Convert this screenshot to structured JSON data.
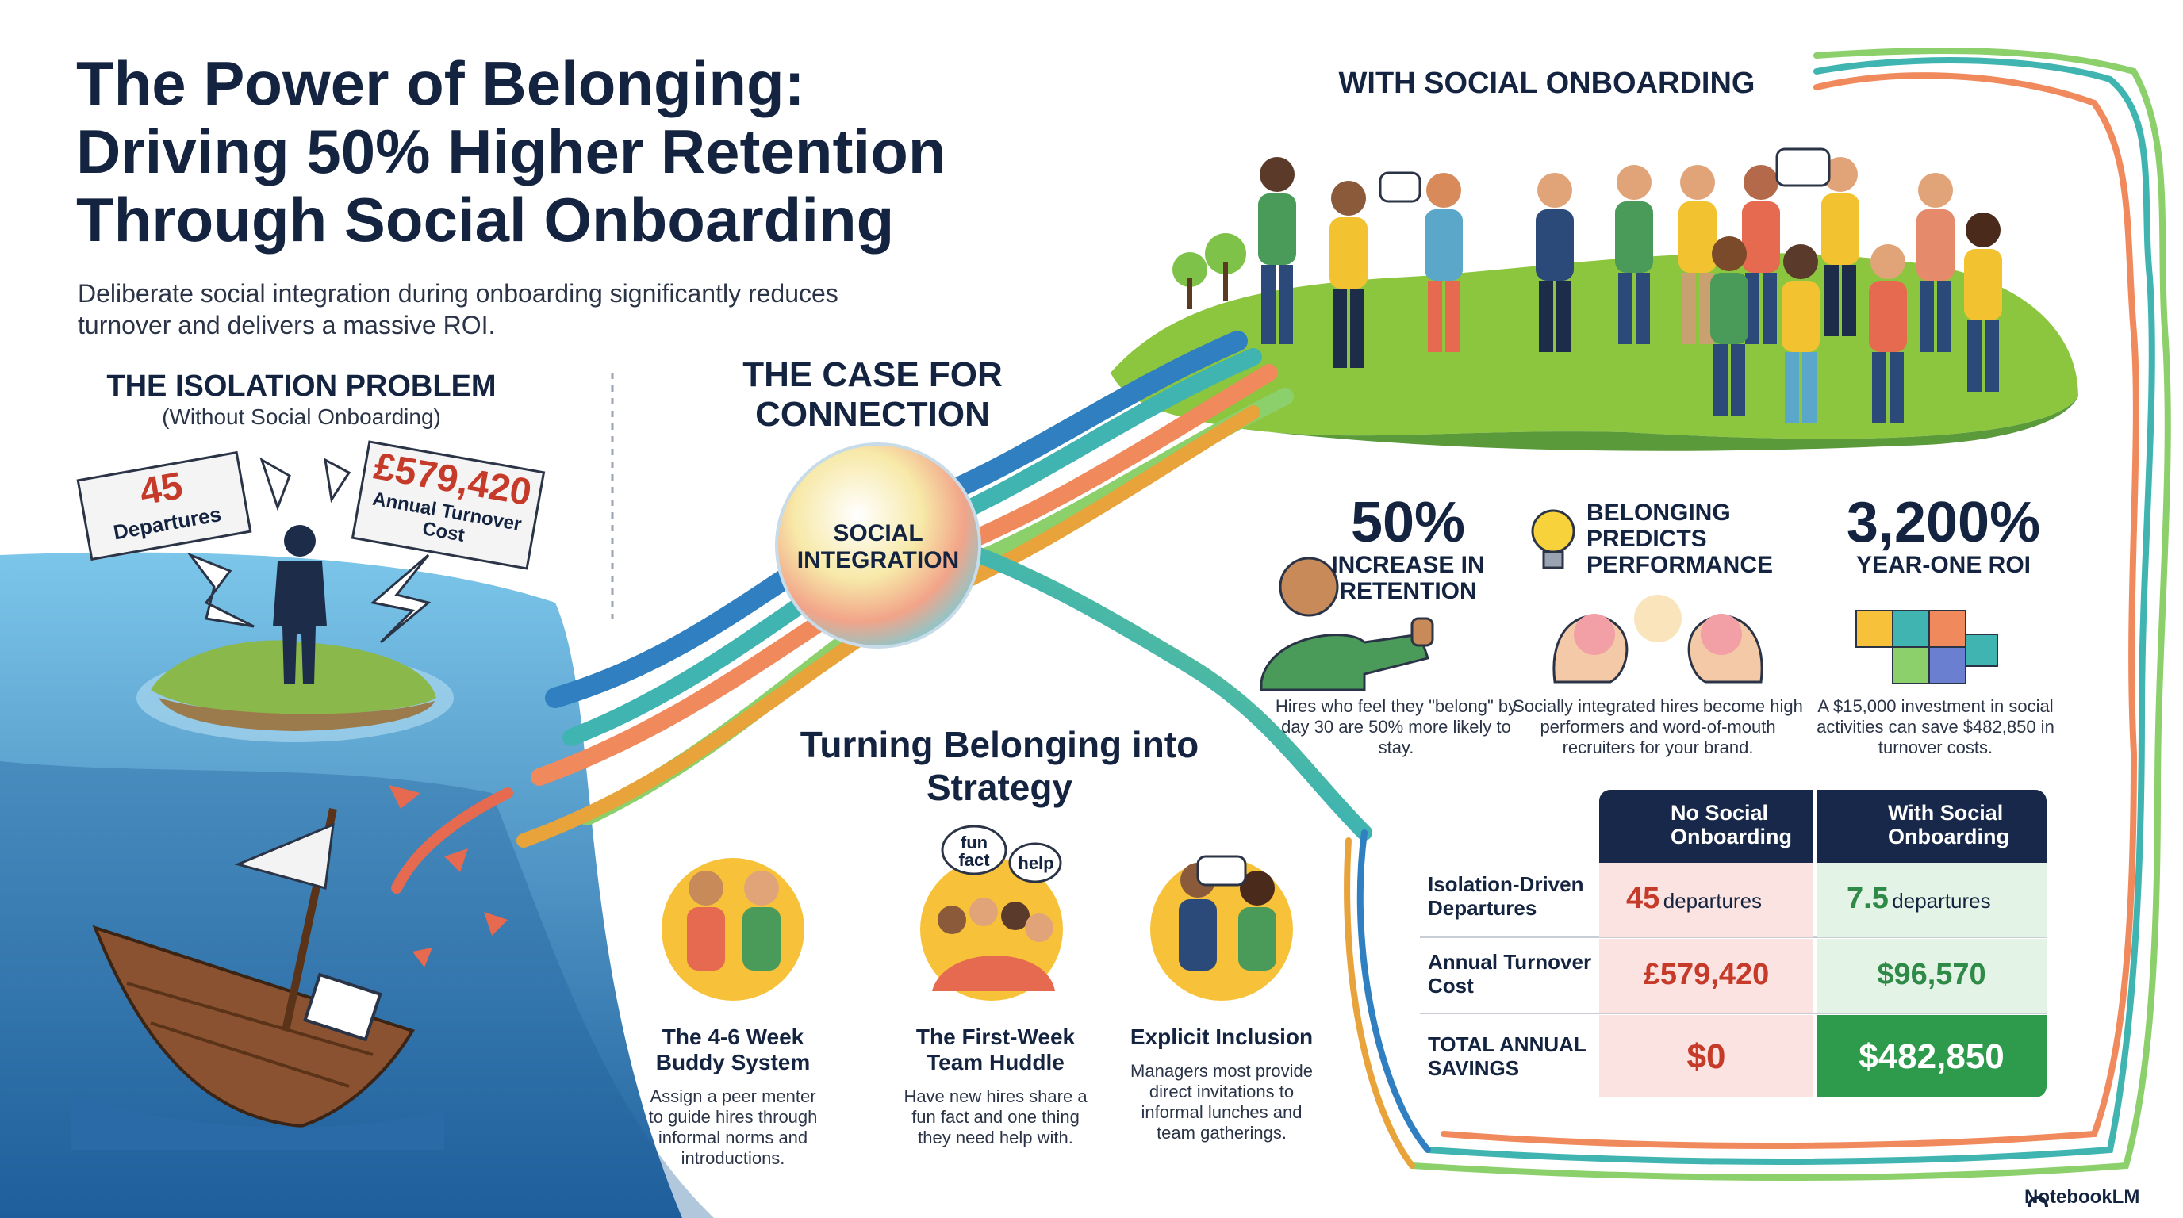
{
  "header": {
    "title_line1": "The Power of Belonging:",
    "title_line2": "Driving 50% Higher Retention",
    "title_line3": "Through Social Onboarding",
    "subtitle": "Deliberate social integration during onboarding significantly reduces turnover and delivers a massive ROI."
  },
  "isolation": {
    "heading": "THE ISOLATION PROBLEM",
    "subheading": "(Without Social Onboarding)",
    "departures_value": "45",
    "departures_label": "Departures",
    "cost_value": "£579,420",
    "cost_label": "Annual Turnover Cost"
  },
  "case": {
    "heading": "THE CASE FOR CONNECTION",
    "orb_label": "SOCIAL INTEGRATION"
  },
  "with_social": {
    "heading": "WITH SOCIAL ONBOARDING"
  },
  "stats": [
    {
      "value": "50%",
      "label": "INCREASE IN RETENTION",
      "description": "Hires who feel they \"belong\" by day 30 are 50% more likely to stay."
    },
    {
      "value": "",
      "label": "BELONGING PREDICTS PERFORMANCE",
      "description": "Socially integrated hires become high performers and word-of-mouth recruiters for your brand."
    },
    {
      "value": "3,200%",
      "label": "YEAR-ONE ROI",
      "description": "A $15,000 investment in social activities can save $482,850 in turnover costs."
    }
  ],
  "strategy": {
    "heading": "Turning Belonging into Strategy",
    "bubbles": [
      "fun fact",
      "help"
    ],
    "items": [
      {
        "title": "The 4-6 Week Buddy System",
        "description": "Assign a peer menter to guide hires through informal norms and introductions."
      },
      {
        "title": "The First-Week Team Huddle",
        "description": "Have new hires share a fun fact and one thing they need help with."
      },
      {
        "title": "Explicit Inclusion",
        "description": "Managers most provide direct invitations to informal lunches and team gatherings."
      }
    ]
  },
  "comparison": {
    "col_no": "No Social Onboarding",
    "col_with": "With Social Onboarding",
    "rows": [
      {
        "label": "Isolation-Driven Departures",
        "no_value": "45",
        "no_unit": "departures",
        "with_value": "7.5",
        "with_unit": "departures"
      },
      {
        "label": "Annual Turnover Cost",
        "no_value": "£579,420",
        "no_unit": "",
        "with_value": "$96,570",
        "with_unit": ""
      },
      {
        "label": "TOTAL ANNUAL SAVINGS",
        "no_value": "$0",
        "no_unit": "",
        "with_value": "$482,850",
        "with_unit": ""
      }
    ]
  },
  "brand": "NotebookLM",
  "colors": {
    "navy": "#142440",
    "red": "#c63a2a",
    "green": "#2e8a46",
    "sea": "#3b8ec9",
    "grass": "#8cc63f"
  }
}
